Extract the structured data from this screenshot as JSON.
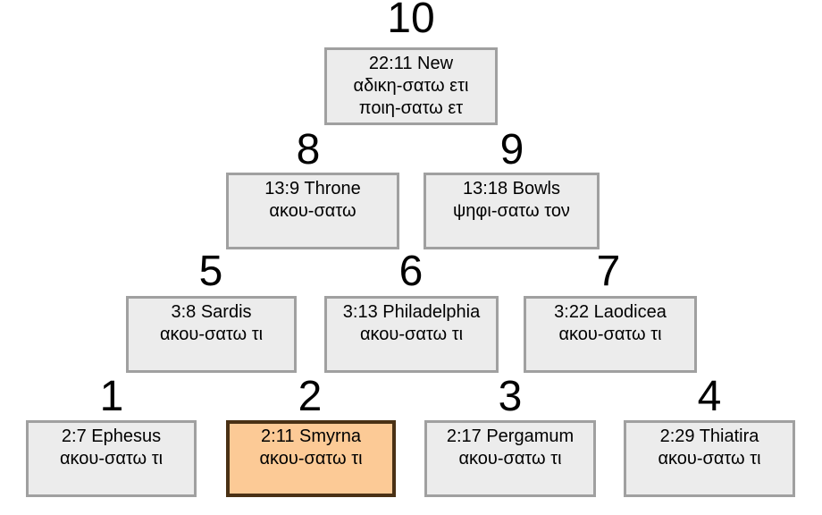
{
  "diagram": {
    "description": "Pyramid diagram of numbered scripture boxes, node 2 (2:11 Smyrna) highlighted",
    "colors": {
      "background": "#ffffff",
      "box_fill": "#ececec",
      "box_border": "#a0a0a0",
      "highlight_fill": "#fcca96",
      "highlight_border": "#4a3115",
      "text": "#000000"
    },
    "nodes": [
      {
        "number": "1",
        "lines": [
          "2:7 Ephesus",
          "ακου-σατω τι"
        ],
        "highlighted": false
      },
      {
        "number": "2",
        "lines": [
          "2:11 Smyrna",
          "ακου-σατω τι"
        ],
        "highlighted": true
      },
      {
        "number": "3",
        "lines": [
          "2:17 Pergamum",
          "ακου-σατω τι"
        ],
        "highlighted": false
      },
      {
        "number": "4",
        "lines": [
          "2:29 Thiatira",
          "ακου-σατω τι"
        ],
        "highlighted": false
      },
      {
        "number": "5",
        "lines": [
          "3:8 Sardis",
          "ακου-σατω τι"
        ],
        "highlighted": false
      },
      {
        "number": "6",
        "lines": [
          "3:13 Philadelphia",
          "ακου-σατω τι"
        ],
        "highlighted": false
      },
      {
        "number": "7",
        "lines": [
          "3:22 Laodicea",
          "ακου-σατω τι"
        ],
        "highlighted": false
      },
      {
        "number": "8",
        "lines": [
          "13:9 Throne",
          "ακου-σατω"
        ],
        "highlighted": false
      },
      {
        "number": "9",
        "lines": [
          "13:18 Bowls",
          "ψηφι-σατω τον"
        ],
        "highlighted": false
      },
      {
        "number": "10",
        "lines": [
          "22:11 New",
          "αδικη-σατω ετι",
          "ποιη-σατω ετ"
        ],
        "highlighted": false
      }
    ]
  }
}
